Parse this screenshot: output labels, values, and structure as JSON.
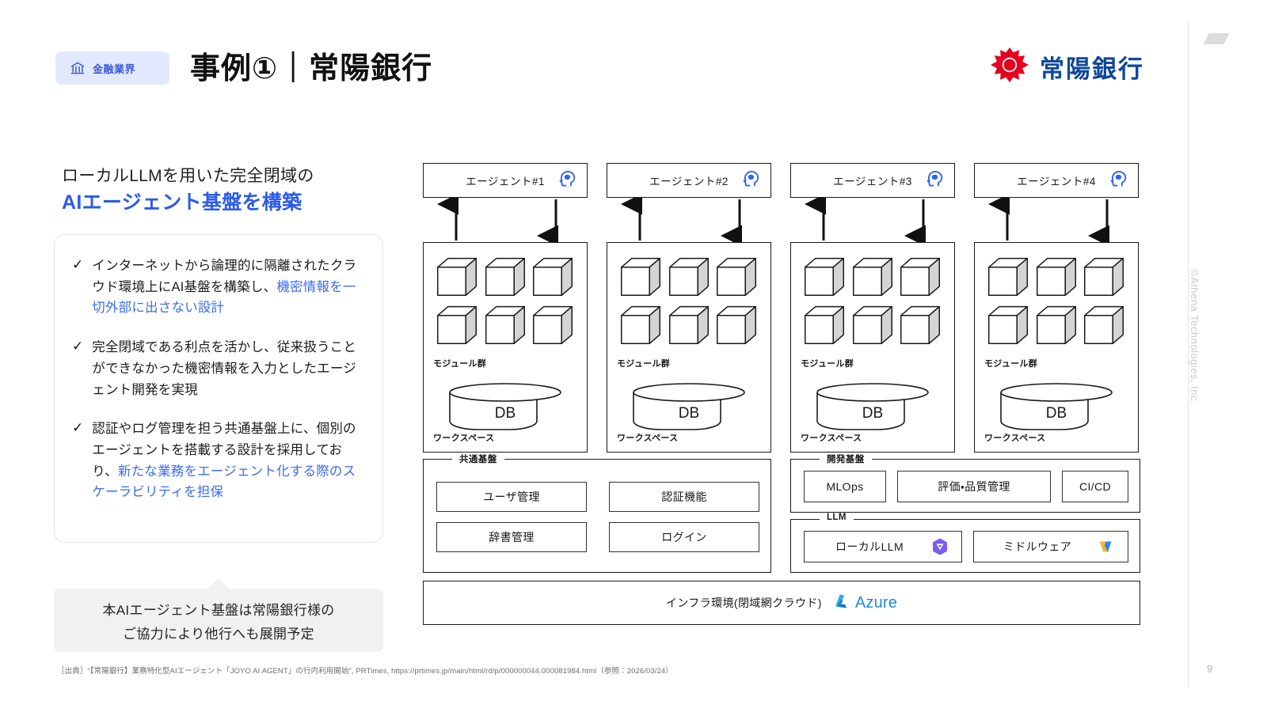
{
  "header": {
    "badge_label": "金融業界",
    "badge_icon": "bank-icon",
    "title": "事例①｜常陽銀行",
    "brand_name": "常陽銀行",
    "brand_logo_icon": "joyo-sun-logo-icon",
    "brand_color": "#10479b",
    "brand_logo_color": "#e60020"
  },
  "left": {
    "lede_line1": "ローカルLLMを用いた完全閉域の",
    "lede_line2": "AIエージェント基盤を構築",
    "accent_color": "#2c5bea",
    "bullets": [
      {
        "check": "✓",
        "plain_1": "インターネットから論理的に隔離されたクラウド環境上にAI基盤を構築し、",
        "highlight": "機密情報を一切外部に出さない設計",
        "plain_2": ""
      },
      {
        "check": "✓",
        "plain_1": "完全閉域である利点を活かし、従来扱うことができなかった機密情報を入力としたエージェント開発を実現",
        "highlight": "",
        "plain_2": ""
      },
      {
        "check": "✓",
        "plain_1": "認証やログ管理を担う共通基盤上に、個別のエージェントを搭載する設計を採用しており、",
        "highlight": "新たな業務をエージェント化する際のスケーラビリティを担保",
        "plain_2": ""
      }
    ],
    "callout_line1": "本AIエージェント基盤は常陽銀行様の",
    "callout_line2": "ご協力により他行へも展開予定"
  },
  "diagram": {
    "workspaces": [
      {
        "agent_label": "エージェント#1",
        "agent_icon": "ai-head-icon",
        "modules_label": "モジュール群",
        "db_label": "DB",
        "workspace_label": "ワークスペース",
        "module_count": 6
      },
      {
        "agent_label": "エージェント#2",
        "agent_icon": "ai-head-icon",
        "modules_label": "モジュール群",
        "db_label": "DB",
        "workspace_label": "ワークスペース",
        "module_count": 6
      },
      {
        "agent_label": "エージェント#3",
        "agent_icon": "ai-head-icon",
        "modules_label": "モジュール群",
        "db_label": "DB",
        "workspace_label": "ワークスペース",
        "module_count": 6
      },
      {
        "agent_label": "エージェント#4",
        "agent_icon": "ai-head-icon",
        "modules_label": "モジュール群",
        "db_label": "DB",
        "workspace_label": "ワークスペース",
        "module_count": 6
      }
    ],
    "common_platform": {
      "legend": "共通基盤",
      "items": [
        "ユーザ管理",
        "認証機能",
        "辞書管理",
        "ログイン"
      ]
    },
    "dev_platform": {
      "legend": "開発基盤",
      "items": [
        "MLOps",
        "評価・品質管理",
        "CI/CD"
      ]
    },
    "llm_platform": {
      "legend": "LLM",
      "items": [
        {
          "label": "ローカルLLM",
          "icon": "local-llm-icon"
        },
        {
          "label": "ミドルウェア",
          "icon": "middleware-icon"
        }
      ]
    },
    "infra": {
      "label": "インフラ環境(閉域網クラウド)",
      "cloud_name": "Azure",
      "cloud_icon": "azure-icon",
      "cloud_color": "#1b8ad6"
    }
  },
  "footer": {
    "citation": "［出典］“【常陽銀行】業務特化型AIエージェント「JOYO AI AGENT」の行内利用開始”, PRTimes, https://prtimes.jp/main/html/rd/p/000000044.000081984.html（参照：2026/03/24）",
    "copyright": "©Athena Technologies, Inc.",
    "page_number": "9"
  }
}
